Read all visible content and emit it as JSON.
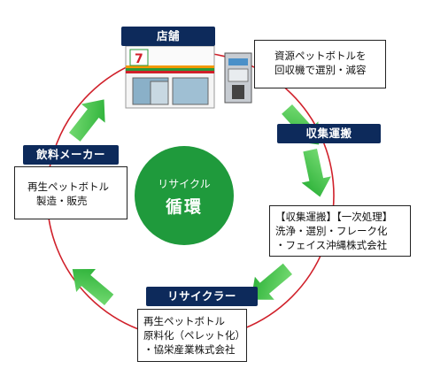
{
  "store": {
    "label": "店舗"
  },
  "store_box": {
    "lines": [
      "資源ペットボトルを",
      "回収機で選別・減容"
    ]
  },
  "collection": {
    "label": "収集運搬"
  },
  "collection_box": {
    "lines": [
      "【収集運搬】【一次処理】",
      "洗浄・選別・フレーク化",
      "・フェイス沖縄株式会社"
    ]
  },
  "recycler": {
    "label": "リサイクラー"
  },
  "recycler_box": {
    "lines": [
      "再生ペットボトル",
      "原料化（ペレット化）",
      "・協栄産業株式会社"
    ]
  },
  "beverage": {
    "label": "飲料メーカー"
  },
  "beverage_box": {
    "lines": [
      "再生ペットボトル",
      "製造・販売"
    ]
  },
  "center": {
    "sub": "リサイクル",
    "main": "循環"
  },
  "colors": {
    "navy": "#0d2a5b",
    "green": "#1f9a3c",
    "arrow_green": "#2bbf3a",
    "ring_red": "#d0202a"
  }
}
